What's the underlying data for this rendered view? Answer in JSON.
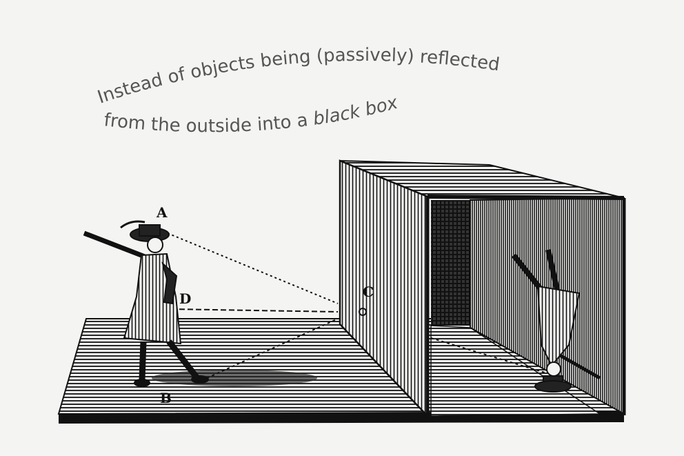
{
  "caption": {
    "line1": "Instead of objects being (passively) reflected",
    "line2_plain": "from the outside into a ",
    "line2_italic": "black box"
  },
  "labels": {
    "a": "A",
    "b": "B",
    "c": "C",
    "d": "D"
  },
  "colors": {
    "ink": "#111111",
    "paper": "#f4f4f2",
    "caption": "#555555"
  }
}
